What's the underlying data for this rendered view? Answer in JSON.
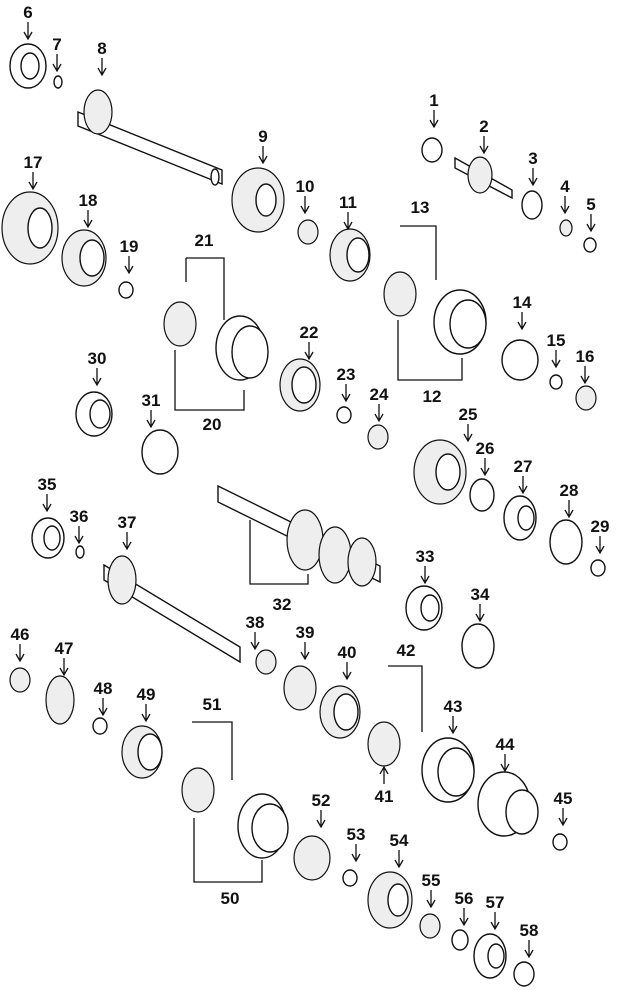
{
  "callouts": [
    {
      "num": "1"
    },
    {
      "num": "2"
    },
    {
      "num": "3"
    },
    {
      "num": "4"
    },
    {
      "num": "5"
    },
    {
      "num": "6"
    },
    {
      "num": "7"
    },
    {
      "num": "8"
    },
    {
      "num": "9"
    },
    {
      "num": "10"
    },
    {
      "num": "11"
    },
    {
      "num": "12"
    },
    {
      "num": "13"
    },
    {
      "num": "14"
    },
    {
      "num": "15"
    },
    {
      "num": "16"
    },
    {
      "num": "17"
    },
    {
      "num": "18"
    },
    {
      "num": "19"
    },
    {
      "num": "20"
    },
    {
      "num": "21"
    },
    {
      "num": "22"
    },
    {
      "num": "23"
    },
    {
      "num": "24"
    },
    {
      "num": "25"
    },
    {
      "num": "26"
    },
    {
      "num": "27"
    },
    {
      "num": "28"
    },
    {
      "num": "29"
    },
    {
      "num": "30"
    },
    {
      "num": "31"
    },
    {
      "num": "32"
    },
    {
      "num": "33"
    },
    {
      "num": "34"
    },
    {
      "num": "35"
    },
    {
      "num": "36"
    },
    {
      "num": "37"
    },
    {
      "num": "38"
    },
    {
      "num": "39"
    },
    {
      "num": "40"
    },
    {
      "num": "41"
    },
    {
      "num": "42"
    },
    {
      "num": "43"
    },
    {
      "num": "44"
    },
    {
      "num": "45"
    },
    {
      "num": "46"
    },
    {
      "num": "47"
    },
    {
      "num": "48"
    },
    {
      "num": "49"
    },
    {
      "num": "50"
    },
    {
      "num": "51"
    },
    {
      "num": "52"
    },
    {
      "num": "53"
    },
    {
      "num": "54"
    },
    {
      "num": "55"
    },
    {
      "num": "56"
    },
    {
      "num": "57"
    },
    {
      "num": "58"
    }
  ],
  "colors": {
    "ink": "#111111",
    "paper": "#ffffff",
    "shade": "#eeeeee"
  }
}
